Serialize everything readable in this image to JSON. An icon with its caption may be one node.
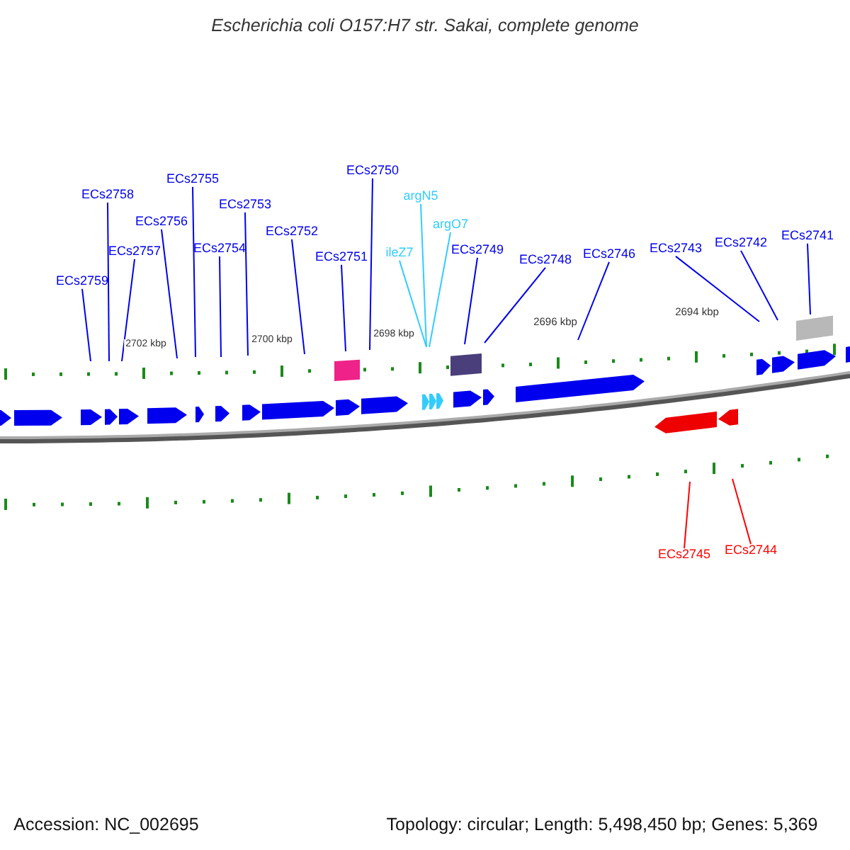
{
  "diagram": {
    "title": "Escherichia coli O157:H7 str. Sakai, complete genome",
    "nodes": [
      {
        "text": [
          "ECs2759"
        ]
      },
      {
        "text": [
          "ECs2758"
        ]
      },
      {
        "text": [
          "ECs2757"
        ]
      },
      {
        "text": [
          "ECs2756"
        ]
      },
      {
        "text": [
          "ECs2755"
        ]
      },
      {
        "text": [
          "ECs2754"
        ]
      },
      {
        "text": [
          "ECs2753"
        ]
      },
      {
        "text": [
          "ECs2752"
        ]
      },
      {
        "text": [
          "ECs2751"
        ]
      },
      {
        "text": [
          "ECs2750"
        ]
      },
      {
        "text": [
          "argN5"
        ]
      },
      {
        "text": [
          "argO7"
        ]
      },
      {
        "text": [
          "ileZ7"
        ]
      },
      {
        "text": [
          "ECs2749"
        ]
      },
      {
        "text": [
          "ECs2748"
        ]
      },
      {
        "text": [
          "ECs2746"
        ]
      },
      {
        "text": [
          "ECs2743"
        ]
      },
      {
        "text": [
          "ECs2742"
        ]
      },
      {
        "text": [
          "ECs2741"
        ]
      },
      {
        "text": [
          "ECs2745"
        ]
      },
      {
        "text": [
          "ECs2744"
        ]
      }
    ],
    "edges": [
      {
        "from": 0,
        "to": null,
        "arrow": "none"
      },
      {
        "from": 1,
        "to": null,
        "arrow": "none"
      },
      {
        "from": 2,
        "to": null,
        "arrow": "none"
      },
      {
        "from": 3,
        "to": null,
        "arrow": "none"
      },
      {
        "from": 4,
        "to": null,
        "arrow": "none"
      },
      {
        "from": 5,
        "to": null,
        "arrow": "none"
      },
      {
        "from": 6,
        "to": null,
        "arrow": "none"
      },
      {
        "from": 7,
        "to": null,
        "arrow": "none"
      },
      {
        "from": 8,
        "to": null,
        "arrow": "none"
      },
      {
        "from": 9,
        "to": null,
        "arrow": "none"
      },
      {
        "from": 10,
        "to": null,
        "arrow": "none",
        "color": "#33ccff"
      },
      {
        "from": 11,
        "to": null,
        "arrow": "none",
        "color": "#33ccff"
      },
      {
        "from": 12,
        "to": null,
        "arrow": "none",
        "color": "#33ccff"
      },
      {
        "from": 13,
        "to": null,
        "arrow": "none"
      },
      {
        "from": 14,
        "to": null,
        "arrow": "none"
      },
      {
        "from": 15,
        "to": null,
        "arrow": "none"
      },
      {
        "from": 16,
        "to": null,
        "arrow": "none"
      },
      {
        "from": 17,
        "to": null,
        "arrow": "none"
      },
      {
        "from": 18,
        "to": null,
        "arrow": "none"
      },
      {
        "from": 19,
        "to": null,
        "arrow": "none",
        "color": "#ff0000"
      },
      {
        "from": 20,
        "to": null,
        "arrow": "none",
        "color": "#ff0000"
      }
    ],
    "labels": [
      "2702 kbp",
      "2700 kbp",
      "2698 kbp",
      "2696 kbp",
      "2694 kbp",
      "Accession: NC_002695",
      "Topology: circular; Length: 5,498,450 bp; Genes: 5,369"
    ]
  }
}
